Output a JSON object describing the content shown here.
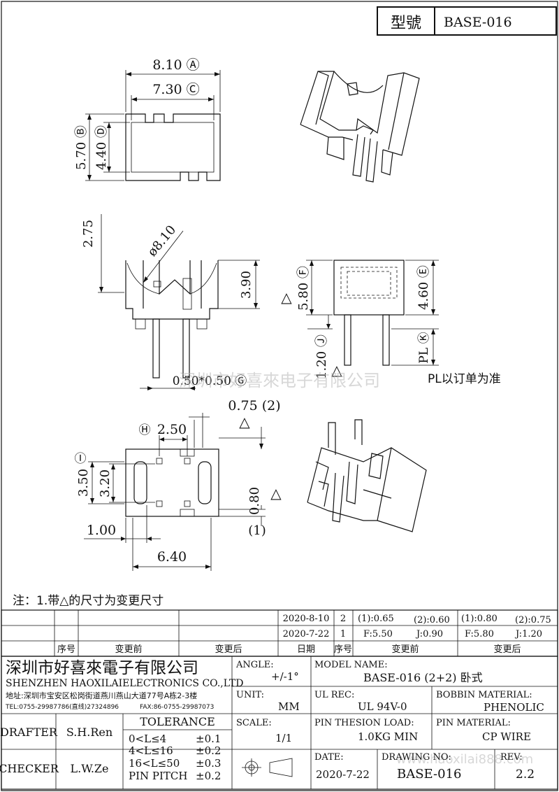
{
  "header": {
    "model_label": "型號",
    "model_value": "BASE-016"
  },
  "dims": {
    "top_width_outer": "8.10 Ⓐ",
    "top_width_inner": "7.30 Ⓒ",
    "top_height_outer": "5.70 Ⓑ",
    "top_height_inner": "4.40 Ⓓ",
    "side_height": "2.75",
    "arc_diameter": "ø8.10",
    "side_body_height": "3.90",
    "front_total": "5.80 Ⓕ",
    "front_body": "4.60 Ⓔ",
    "pin_length": "1.20 Ⓙ",
    "pin_pl": "PL Ⓚ",
    "pin_size": "0.50*0.50 Ⓖ",
    "pl_note": "PL以订单为准",
    "bottom_gap": "0.75 (2)",
    "bottom_pitch": "2.50",
    "bottom_h_label": "Ⓗ",
    "bottom_i_label": "Ⓘ",
    "bottom_height_outer": "3.50",
    "bottom_height_inner": "3.20",
    "bottom_side": "0.80",
    "bottom_side_note": "(1)",
    "bottom_left": "1.00",
    "bottom_width": "6.40",
    "triangle": "△"
  },
  "watermark": {
    "text": "深圳市好喜來电子有限公司",
    "url": "www.haoxilai888.com"
  },
  "note": "注：1.带△的尺寸为变更尺寸",
  "rev_table": {
    "row1": {
      "date": "2020-8-10",
      "no": "2",
      "before_a": "(1):0.65",
      "before_b": "(2):0.60",
      "after_a": "(1):0.80",
      "after_b": "(2):0.75"
    },
    "row2": {
      "date": "2020-7-22",
      "no": "1",
      "before_a": "F:5.50",
      "before_b": "J:0.90",
      "after_a": "F:5.80",
      "after_b": "J:1.20"
    },
    "headers": {
      "seq": "序号",
      "before": "变更前",
      "after": "变更后",
      "date": "日期",
      "seq2": "序号",
      "before2": "变更前",
      "after2": "变更后"
    }
  },
  "company": {
    "name_cn": "深圳市好喜來電子有限公司",
    "name_en": "SHENZHEN HAOXILAIELECTRONICS CO.,LTD",
    "address": "地址:深圳市宝安区松岗街道燕川燕山大道77号A栋2-3楼",
    "phone": "TEL:0755-29987786(直线)27324896",
    "fax": "FAX:86-0755-29987073"
  },
  "title_block": {
    "angle_label": "ANGLE:",
    "angle_value": "+/-1°",
    "model_label": "MODEL NAME:",
    "model_value": "BASE-016 (2+2) 卧式",
    "unit_label": "UNIT:",
    "unit_value": "MM",
    "ul_label": "UL REC:",
    "ul_value": "UL 94V-0",
    "bobbin_label": "BOBBIN MATERIAL:",
    "bobbin_value": "PHENOLIC",
    "drafter_label": "DRAFTER",
    "drafter_value": "S.H.Ren",
    "tolerance_label": "TOLERANCE",
    "tol1_range": "0<L≤4",
    "tol1_value": "±0.1",
    "tol2_range": "4<L≤16",
    "tol2_value": "±0.2",
    "tol3_range": "16<L≤50",
    "tol3_value": "±0.3",
    "tol4_range": "PIN PITCH",
    "tol4_value": "±0.2",
    "scale_label": "SCALE:",
    "scale_value": "1/1",
    "pin_load_label": "PIN THESION LOAD:",
    "pin_load_value": "1.0KG MIN",
    "pin_material_label": "PIN MATERIAL:",
    "pin_material_value": "CP WIRE",
    "checker_label": "CHECKER",
    "checker_value": "L.W.Ze",
    "date_label": "DATE:",
    "date_value": "2020-7-22",
    "drawing_label": "DRAWING NO:",
    "drawing_value": "BASE-016",
    "rev_label": "REV:",
    "rev_value": "2.2"
  }
}
